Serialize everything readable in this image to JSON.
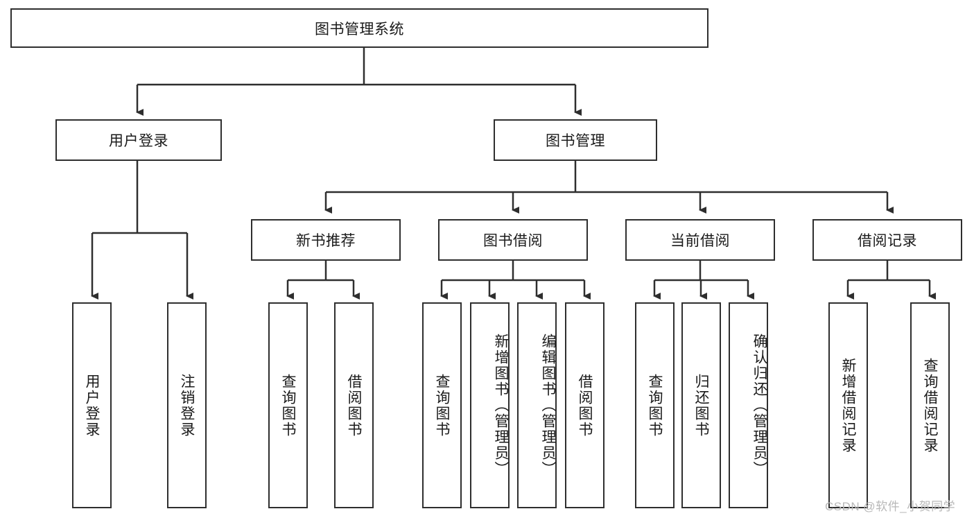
{
  "diagram": {
    "type": "tree-hierarchy",
    "title": "图书管理系统",
    "root": {
      "label": "图书管理系统",
      "orientation": "horizontal"
    },
    "level1": [
      {
        "id": "user-login",
        "label": "用户登录",
        "orientation": "horizontal"
      },
      {
        "id": "book-management",
        "label": "图书管理",
        "orientation": "horizontal"
      }
    ],
    "level2": [
      {
        "id": "new-book-recommend",
        "label": "新书推荐",
        "orientation": "horizontal",
        "parent": "book-management"
      },
      {
        "id": "book-borrow",
        "label": "图书借阅",
        "orientation": "horizontal",
        "parent": "book-management"
      },
      {
        "id": "current-borrow",
        "label": "当前借阅",
        "orientation": "horizontal",
        "parent": "book-management"
      },
      {
        "id": "borrow-record",
        "label": "借阅记录",
        "orientation": "horizontal",
        "parent": "book-management"
      }
    ],
    "leaves": [
      {
        "id": "leaf-user-login",
        "label": "用户登录",
        "parent": "user-login",
        "orientation": "vertical"
      },
      {
        "id": "leaf-user-logout",
        "label": "注销登录",
        "parent": "user-login",
        "orientation": "vertical"
      },
      {
        "id": "leaf-query-book-1",
        "label": "查询图书",
        "parent": "new-book-recommend",
        "orientation": "vertical"
      },
      {
        "id": "leaf-borrow-book-1",
        "label": "借阅图书",
        "parent": "new-book-recommend",
        "orientation": "vertical"
      },
      {
        "id": "leaf-query-book-2",
        "label": "查询图书",
        "parent": "book-borrow",
        "orientation": "vertical"
      },
      {
        "id": "leaf-add-book",
        "label": "新增图书（管理员）",
        "parent": "book-borrow",
        "orientation": "vertical"
      },
      {
        "id": "leaf-edit-book",
        "label": "编辑图书（管理员）",
        "parent": "book-borrow",
        "orientation": "vertical"
      },
      {
        "id": "leaf-borrow-book-2",
        "label": "借阅图书",
        "parent": "book-borrow",
        "orientation": "vertical"
      },
      {
        "id": "leaf-query-book-3",
        "label": "查询图书",
        "parent": "current-borrow",
        "orientation": "vertical"
      },
      {
        "id": "leaf-return-book",
        "label": "归还图书",
        "parent": "current-borrow",
        "orientation": "vertical"
      },
      {
        "id": "leaf-confirm-return",
        "label": "确认归还（管理员）",
        "parent": "current-borrow",
        "orientation": "vertical"
      },
      {
        "id": "leaf-add-record",
        "label": "新增借阅记录",
        "parent": "borrow-record",
        "orientation": "vertical"
      },
      {
        "id": "leaf-query-record",
        "label": "查询借阅记录",
        "parent": "borrow-record",
        "orientation": "vertical"
      }
    ],
    "colors": {
      "stroke": "#2e2e2e",
      "fill": "#ffffff",
      "text": "#1a1a1a",
      "watermark": "#b8b8b8"
    }
  },
  "watermark": {
    "text": "CSDN @软件_小贺同学"
  }
}
